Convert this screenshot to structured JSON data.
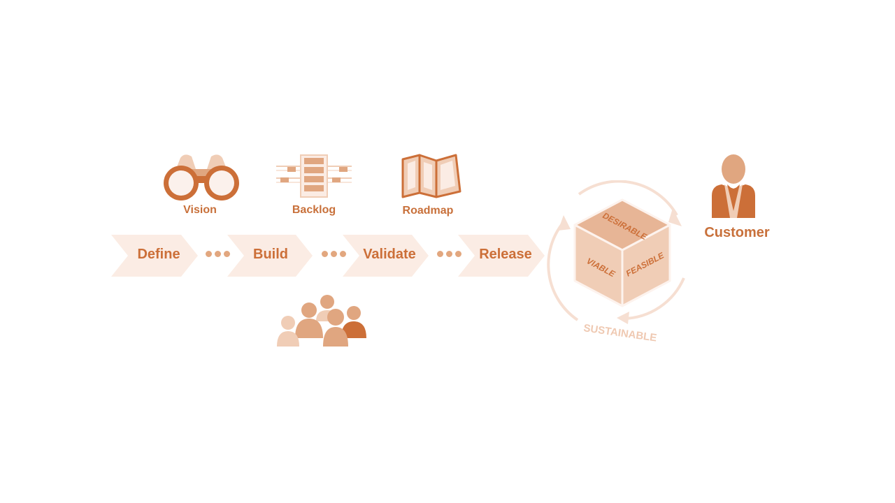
{
  "icons": {
    "vision": {
      "label": "Vision",
      "icon": "binoculars-icon"
    },
    "backlog": {
      "label": "Backlog",
      "icon": "backlog-icon"
    },
    "roadmap": {
      "label": "Roadmap",
      "icon": "map-icon"
    }
  },
  "stages": [
    "Define",
    "Build",
    "Validate",
    "Release"
  ],
  "cube": {
    "top": "DESIRABLE",
    "left": "VIABLE",
    "right": "FEASIBLE",
    "cycle": "SUSTAINABLE"
  },
  "customer": {
    "label": "Customer",
    "icon": "person-icon"
  },
  "team": {
    "icon": "team-icon"
  },
  "colors": {
    "primary": "#cc6f38",
    "medium": "#e0a680",
    "light": "#f0cdb6",
    "chevron": "#fbece4",
    "cycle": "#f6dfd2"
  }
}
